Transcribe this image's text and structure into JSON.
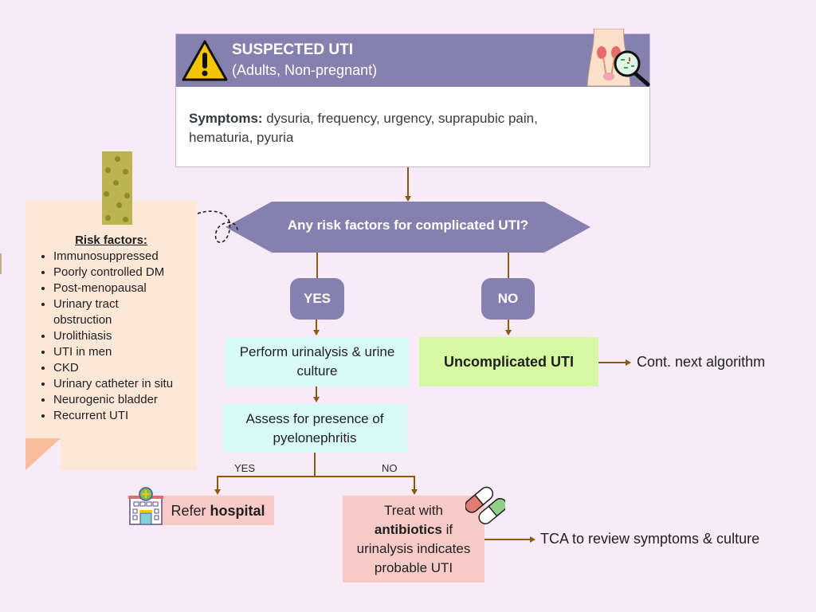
{
  "header": {
    "title": "SUSPECTED UTI",
    "subtitle": "(Adults, Non-pregnant)",
    "symptoms_label": "Symptoms:",
    "symptoms_text": " dysuria, frequency, urgency, suprapubic pain, hematuria, pyuria",
    "warning_icon": "warning-triangle-icon",
    "illustration_icon": "urinary-tract-magnifier-icon"
  },
  "decision": {
    "question": "Any risk factors for complicated UTI?"
  },
  "branches": {
    "yes_label": "YES",
    "no_label": "NO"
  },
  "yes_path": {
    "step1": "Perform urinalysis & urine culture",
    "step2": "Assess for presence of pyelonephritis",
    "sub_yes": "YES",
    "sub_no": "NO",
    "refer_prefix": "Refer ",
    "refer_bold": "hospital",
    "treat_line1": "Treat with",
    "treat_bold": "antibiotics",
    "treat_after_bold": " if",
    "treat_line3": "urinalysis indicates",
    "treat_line4": "probable UTI",
    "followup": "TCA to review symptoms & culture",
    "hospital_icon": "hospital-icon",
    "pill_icon": "capsule-icon"
  },
  "no_path": {
    "result": "Uncomplicated UTI",
    "next": "Cont. next algorithm"
  },
  "risk_factors": {
    "title": "Risk factors:",
    "items": [
      "Immunosuppressed",
      "Poorly controlled DM",
      "Post-menopausal",
      "Urinary tract obstruction",
      "Urolithiasis",
      "UTI in men",
      "CKD",
      "Urinary catheter in situ",
      "Neurogenic bladder",
      "Recurrent UTI"
    ]
  },
  "colors": {
    "background": "#f8eaf6",
    "header_band": "#8680ae",
    "connector": "#8a5a10",
    "cyan_box": "#d8fbf7",
    "green_box": "#d5f9a3",
    "pink_box": "#f9cbc8",
    "note": "#fde7d7"
  }
}
